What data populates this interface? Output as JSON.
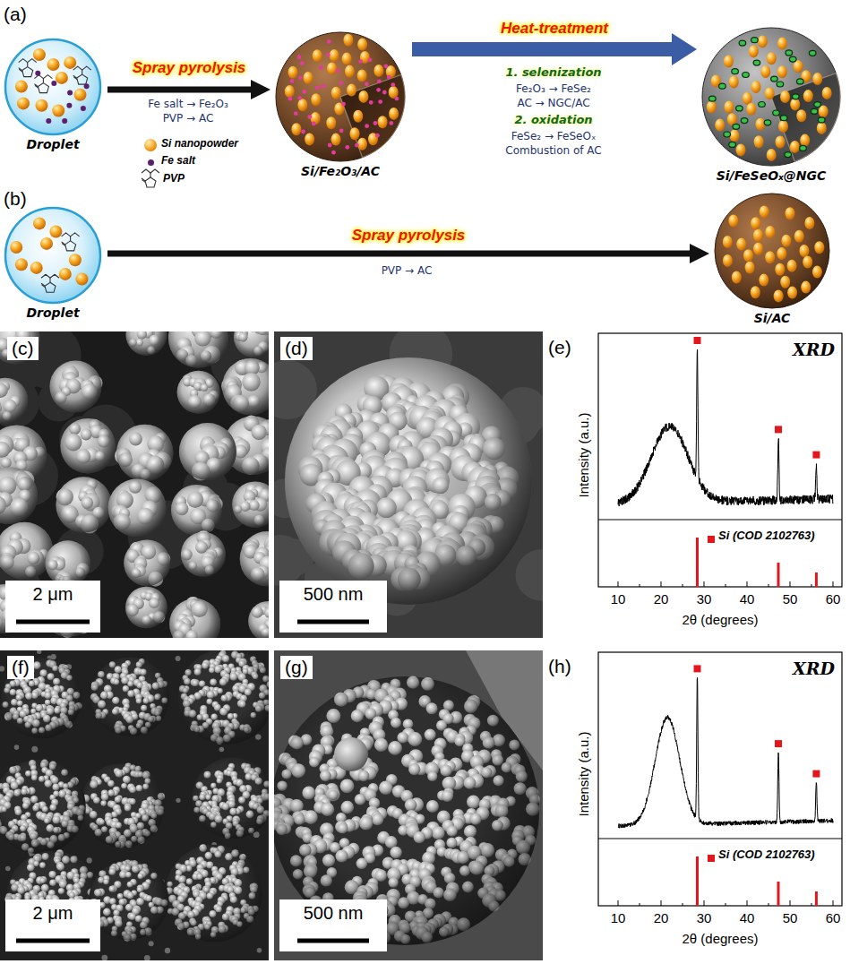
{
  "diagram": {
    "nodes": [
      {
        "text": [
          "Droplet"
        ]
      },
      {
        "text": [
          "Si/Fe₂O₃/AC"
        ]
      },
      {
        "text": [
          "Si/FeSeOₓ@NGC"
        ]
      },
      {
        "text": [
          "Droplet"
        ]
      },
      {
        "text": [
          "Si/AC"
        ]
      }
    ],
    "edges": [
      {
        "from": 0,
        "to": 1,
        "arrow": "to",
        "label": "Spray pyrolysis"
      },
      {
        "from": 1,
        "to": 2,
        "arrow": "to",
        "label": "Heat-treatment"
      },
      {
        "from": 3,
        "to": 4,
        "arrow": "to",
        "label": "Spray pyrolysis"
      }
    ],
    "labels": [
      "(a)",
      "Fe salt → Fe₂O₃",
      "PVP → AC",
      "1. selenization",
      "Fe₂O₃ → FeSe₂",
      "AC → NGC/AC",
      "2. oxidation",
      "FeSe₂ → FeSeOₓ",
      "Combustion of AC",
      "(b)",
      "PVP → AC",
      "(c)",
      "2 μm",
      "(d)",
      "500 nm",
      "(e)",
      "XRD",
      "Intensity (a.u.)",
      "2θ (degrees)",
      "10",
      "20",
      "30",
      "40",
      "50",
      "60",
      "(f)",
      "2 μm",
      "(g)",
      "500 nm",
      "(h)",
      "XRD",
      "Intensity (a.u.)",
      "2θ (degrees)",
      "10",
      "20",
      "30",
      "40",
      "50",
      "60"
    ],
    "legend": [
      {
        "text": "Si nanopowder",
        "color": "#f5a01e"
      },
      {
        "text": "Fe salt",
        "color": "#5b1f6e"
      },
      {
        "text": "PVP"
      },
      {
        "text": "Si (COD 2102763)",
        "color": "#e4161d"
      },
      {
        "text": "Si (COD 2102763)",
        "color": "#e4161d"
      }
    ]
  }
}
